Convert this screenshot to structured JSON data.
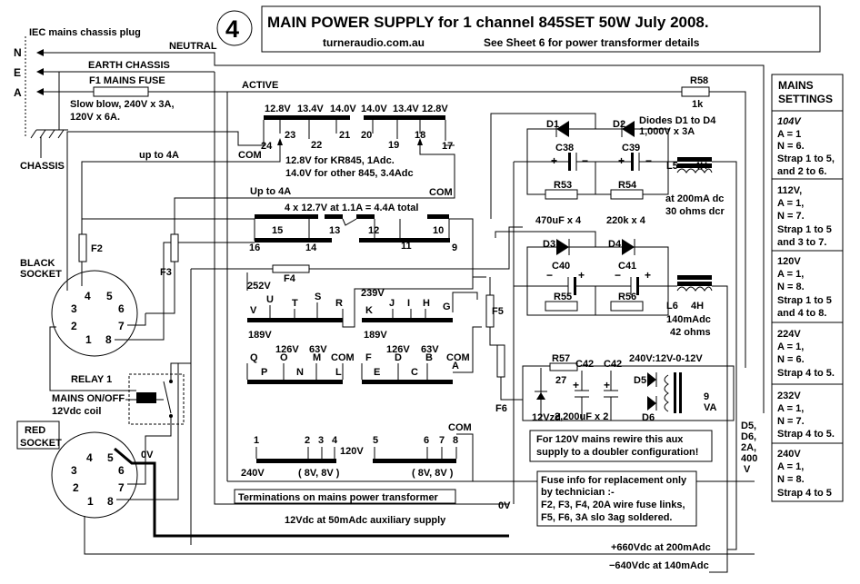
{
  "title": {
    "number": "4",
    "main": "MAIN POWER SUPPLY for 1 channel 845SET 50W July 2008.",
    "site": "turneraudio.com.au",
    "see": "See Sheet 6 for power transformer details"
  },
  "inlet": {
    "plug": "IEC mains chassis plug",
    "n": "N",
    "e": "E",
    "a": "A",
    "neutral": "NEUTRAL",
    "earth": "EARTH CHASSIS",
    "fuse": "F1 MAINS FUSE",
    "active": "ACTIVE",
    "fuse_note1": "Slow blow, 240V x 3A,",
    "fuse_note2": "120V x 6A.",
    "chassis": "CHASSIS"
  },
  "heater": {
    "v1": "12.8V",
    "v2": "13.4V",
    "v3": "14.0V",
    "v4": "14.0V",
    "v5": "13.4V",
    "v6": "12.8V",
    "p24": "24",
    "p23": "23",
    "p22": "22",
    "p21": "21",
    "p20": "20",
    "p19": "19",
    "p18": "18",
    "p17": "17",
    "com1": "COM",
    "com2": "COM",
    "note1": "12.8V for KR845, 1Adc.",
    "note2": "14.0V for other 845, 3.4Adc",
    "upto1": "up to 4A",
    "upto2": "Up to 4A"
  },
  "winding12": {
    "label": "4 x 12.7V at 1.1A = 4.4A total",
    "p16": "16",
    "p15": "15",
    "p14": "14",
    "p13": "13",
    "p12": "12",
    "p11": "11",
    "p10": "10",
    "p9": "9"
  },
  "fuses": {
    "f2": "F2",
    "f3": "F3",
    "f4": "F4",
    "f5": "F5",
    "f6": "F6"
  },
  "black_socket": {
    "label1": "BLACK",
    "label2": "SOCKET",
    "p1": "1",
    "p2": "2",
    "p3": "3",
    "p4": "4",
    "p5": "5",
    "p6": "6",
    "p7": "7",
    "p8": "8"
  },
  "taps": {
    "v252": "252V",
    "v239": "239V",
    "tv": "V",
    "tu": "U",
    "tt": "T",
    "ts": "S",
    "tr": "R",
    "tk": "K",
    "tj": "J",
    "ti": "I",
    "th": "H",
    "tg": "G",
    "v189a": "189V",
    "v126a": "126V",
    "v63a": "63V",
    "coma": "COM",
    "tq": "Q",
    "tp": "P",
    "to": "O",
    "tn": "N",
    "tm": "M",
    "tl": "L",
    "v189b": "189V",
    "v126b": "126V",
    "v63b": "63V",
    "comb": "COM",
    "tf": "F",
    "te": "E",
    "td": "D",
    "tc": "C",
    "tb": "B",
    "ta": "A"
  },
  "relay": {
    "label": "RELAY 1",
    "onoff": "MAINS ON/OFF",
    "coil": "12Vdc coil"
  },
  "red_socket": {
    "label1": "RED",
    "label2": "SOCKET",
    "p1": "1",
    "p2": "2",
    "p3": "3",
    "p4": "4",
    "p5": "5",
    "p6": "6",
    "p7": "7",
    "p8": "8",
    "zero": "0V"
  },
  "primary": {
    "p1": "1",
    "p2": "2",
    "p3": "3",
    "p4": "4",
    "p5": "5",
    "p6": "6",
    "p7": "7",
    "p8": "8",
    "com": "COM",
    "v240": "240V",
    "v120": "120V",
    "s1": "( 8V, 8V )",
    "s2": "( 8V, 8V )",
    "term": "Terminations on mains power transformer"
  },
  "hv": {
    "r58": "R58",
    "r58v": "1k",
    "d1": "D1",
    "d2": "D2",
    "d3": "D3",
    "d4": "D4",
    "diodes1": "Diodes D1 to D4",
    "diodes2": "1,000V x 3A",
    "c38": "C38",
    "c39": "C39",
    "c40": "C40",
    "c41": "C41",
    "r53": "R53",
    "r54": "R54",
    "r55": "R55",
    "r56": "R56",
    "caps": "470uF x 4",
    "res": "220k x 4",
    "l5": "L5",
    "l5h": "4H",
    "l5a": "at 200mA dc",
    "l5b": "30 ohms dcr",
    "l6": "L6",
    "l6h": "4H",
    "l6a": "140mAdc",
    "l6b": "42 ohms",
    "plus": "+",
    "minus": "−"
  },
  "aux": {
    "r57": "R57",
    "r57v": "27",
    "c42a": "C42",
    "c42b": "C42",
    "zener": "12Vzd",
    "caps": "2,200uF x 2",
    "d5": "D5",
    "d6": "D6",
    "xfmr": "240V:12V-0-12V",
    "nine": "9",
    "va": "VA",
    "zero": "0V",
    "supply": "12Vdc at 50mAdc auxiliary  supply",
    "d5note1": "D5,",
    "d5note2": "D6,",
    "d5note3": "2A,",
    "d5note4": "400",
    "d5note5": "V"
  },
  "notes": {
    "n120a": "For 120V mains  rewire this aux",
    "n120b": "supply to a doubler configuration!",
    "fuse1": "Fuse info for replacement only",
    "fuse2": "by technician :-",
    "fuse3": "F2, F3, F4, 20A wire fuse links,",
    "fuse4": "F5, F6, 3A slo 3ag soldered.",
    "pos": "+660Vdc at 200mAdc",
    "neg": "−640Vdc at 140mAdc"
  },
  "mains_settings": {
    "h1": "MAINS",
    "h2": "SETTINGS",
    "rows": [
      {
        "v": "104V",
        "a": "A = 1",
        "n": "N = 6.",
        "s1": "Strap 1 to 5,",
        "s2": "and 2 to 6."
      },
      {
        "v": "112V,",
        "a": "A = 1,",
        "n": "N = 7.",
        "s1": "Strap 1 to 5",
        "s2": "and 3 to 7."
      },
      {
        "v": "120V",
        "a": "A = 1,",
        "n": "N = 8.",
        "s1": "Strap 1 to 5",
        "s2": "and 4 to 8."
      },
      {
        "v": "224V",
        "a": "A = 1,",
        "n": "N = 6.",
        "s1": "Strap 4 to 5.",
        "s2": ""
      },
      {
        "v": "232V",
        "a": "A = 1,",
        "n": "N = 7.",
        "s1": "Strap 4 to 5.",
        "s2": ""
      },
      {
        "v": "240V",
        "a": "A = 1,",
        "n": "N = 8.",
        "s1": "Strap 4 to 5",
        "s2": ""
      }
    ]
  }
}
